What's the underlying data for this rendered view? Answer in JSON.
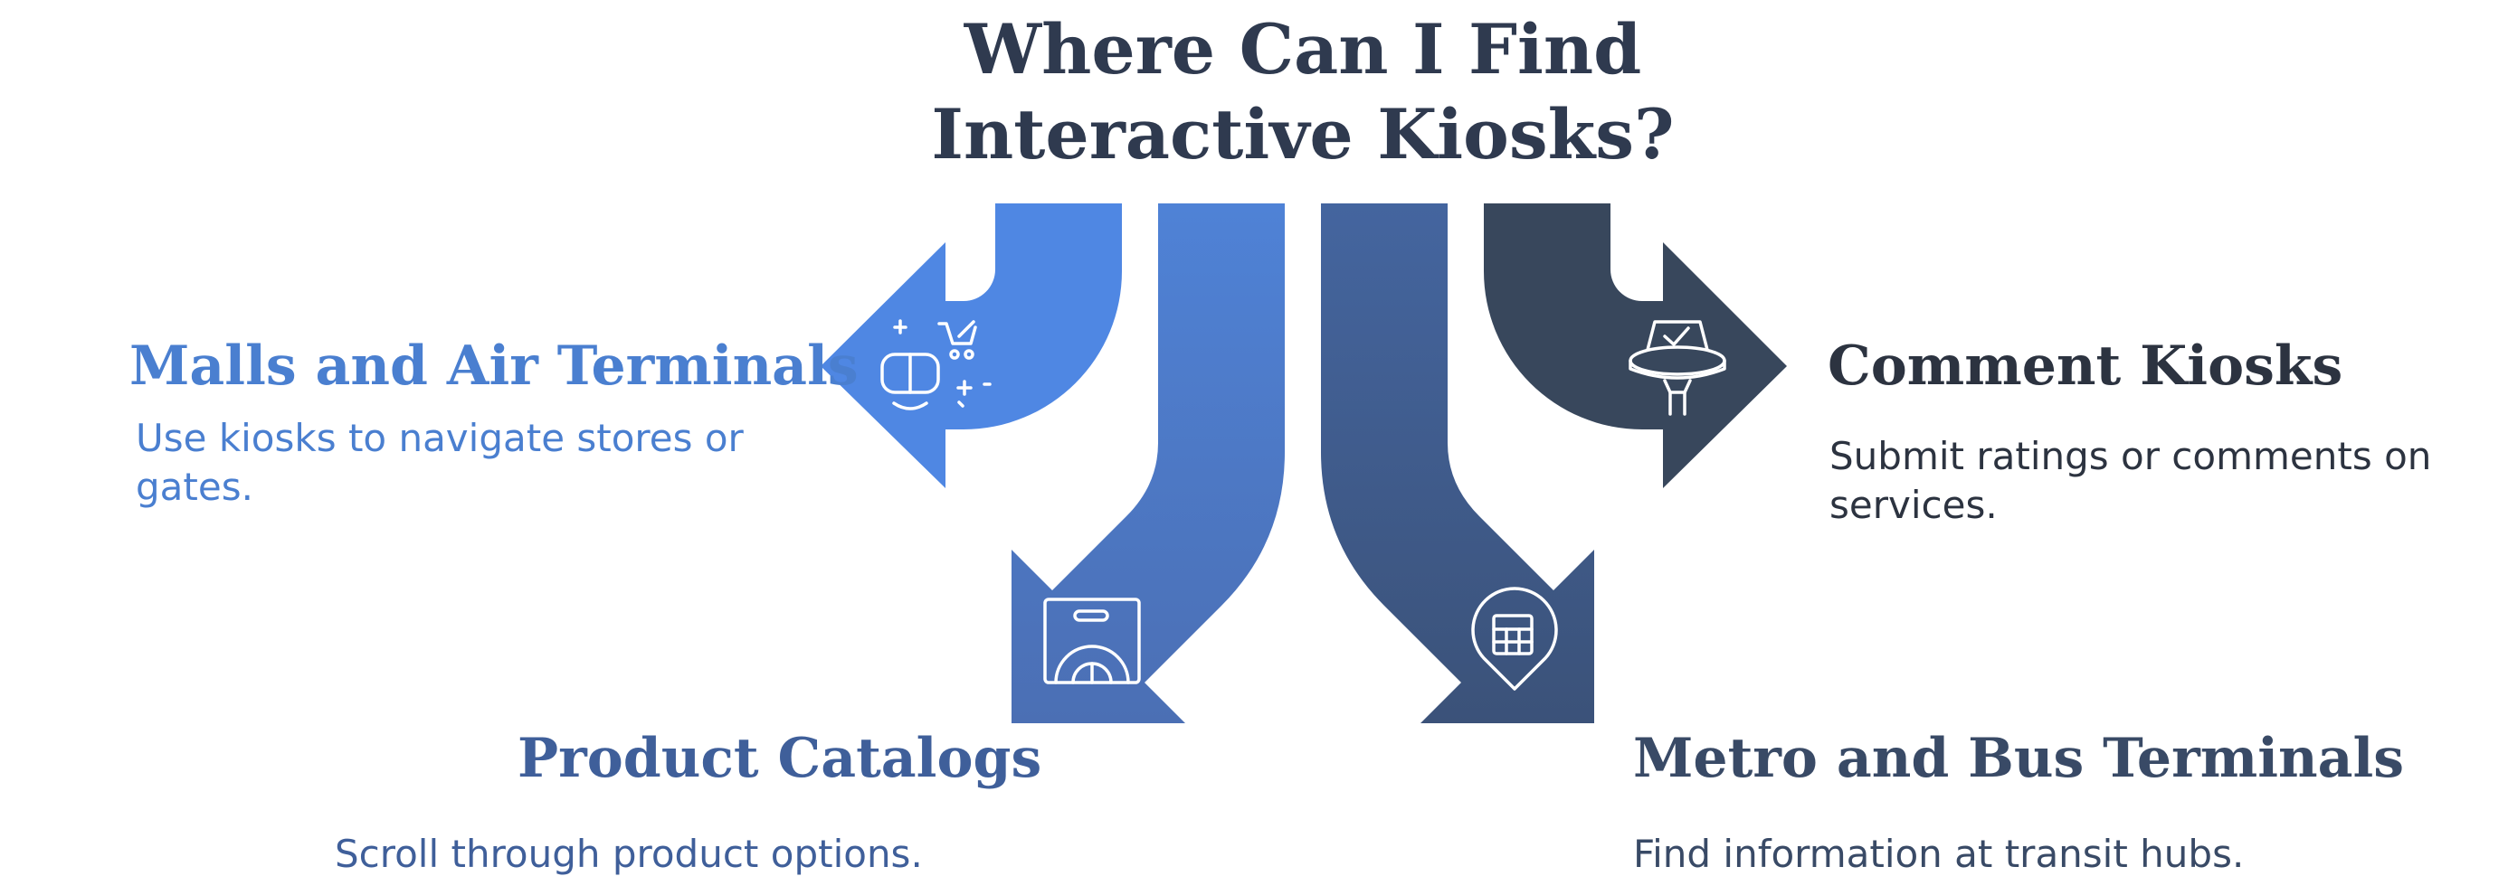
{
  "title": {
    "line1": "Where Can I Find",
    "line2": "Interactive Kiosks?"
  },
  "colors": {
    "title": "#2f3a4f",
    "arrow_malls": "#4f87e3",
    "arrow_catalogs_top": "#4f82d6",
    "arrow_catalogs_bottom": "#4b6fb4",
    "arrow_metro_top": "#44659f",
    "arrow_metro_bottom": "#3b5279",
    "arrow_comment": "#38475c",
    "text_malls": "#4a7fd0",
    "text_catalogs": "#3f5f9a",
    "text_metro": "#394a66",
    "text_comment": "#2c3340"
  },
  "items": [
    {
      "heading": "Malls and Air Terminals",
      "description": "Use kiosks to navigate stores or gates.",
      "icon": "vr-headset-shopping-cart-icon"
    },
    {
      "heading": "Product Catalogs",
      "description": "Scroll through product options.",
      "icon": "product-scroll-screen-icon"
    },
    {
      "heading": "Metro and Bus Terminals",
      "description": "Find information at transit hubs.",
      "icon": "transit-map-pin-icon"
    },
    {
      "heading": "Comment Kiosks",
      "description": "Submit ratings or comments on services.",
      "icon": "feedback-kiosk-icon"
    }
  ]
}
